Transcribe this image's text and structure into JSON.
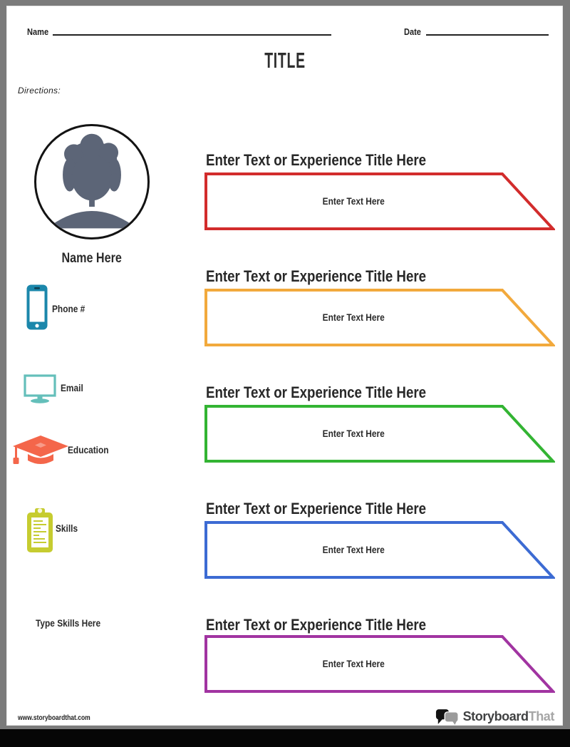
{
  "header": {
    "name_label": "Name",
    "date_label": "Date",
    "title": "TITLE",
    "directions_label": "Directions:"
  },
  "profile": {
    "avatar_icon": "person-silhouette-icon",
    "silhouette_color": "#5c6577",
    "name_placeholder": "Name Here",
    "contacts": [
      {
        "icon": "phone-icon",
        "label": "Phone #",
        "color": "#1b87ab"
      },
      {
        "icon": "monitor-icon",
        "label": "Email",
        "color": "#64bfba"
      },
      {
        "icon": "graduation-cap-icon",
        "label": "Education",
        "color": "#f4664a"
      },
      {
        "icon": "clipboard-icon",
        "label": "Skills",
        "color": "#c6cc30"
      }
    ],
    "skills_placeholder": "Type Skills Here"
  },
  "experience_sections": [
    {
      "title": "Enter Text or Experience Title Here",
      "body_placeholder": "Enter Text Here",
      "border_color": "#d22c2c"
    },
    {
      "title": "Enter Text or Experience Title Here",
      "body_placeholder": "Enter Text Here",
      "border_color": "#f2a93c"
    },
    {
      "title": "Enter Text or Experience Title Here",
      "body_placeholder": "Enter Text Here",
      "border_color": "#33b433"
    },
    {
      "title": "Enter Text or Experience Title Here",
      "body_placeholder": "Enter Text Here",
      "border_color": "#3c6bd3"
    },
    {
      "title": "Enter Text or Experience Title Here",
      "body_placeholder": "Enter Text Here",
      "border_color": "#a134a1"
    }
  ],
  "footer": {
    "url": "www.storyboardthat.com",
    "logo_part1": "Storyboard",
    "logo_part2": "That"
  }
}
